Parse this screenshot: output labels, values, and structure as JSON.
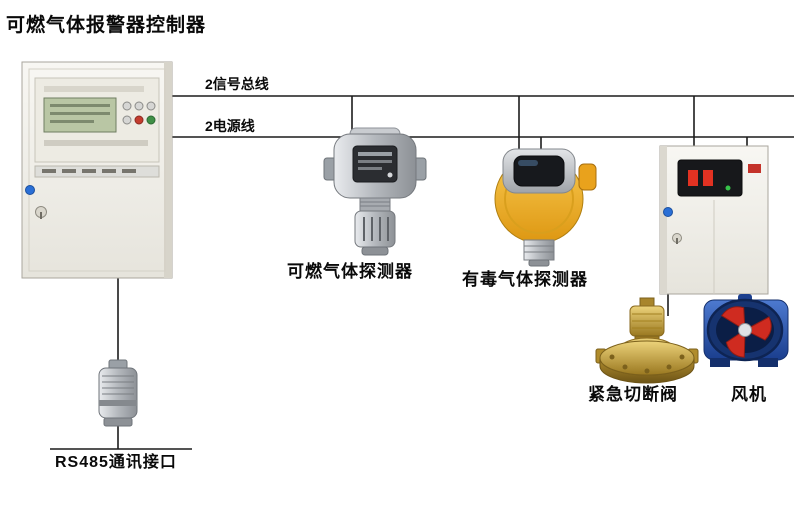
{
  "title": "可燃气体报警器控制器",
  "wiring": {
    "signal_bus_label": "2信号总线",
    "power_line_label": "2电源线"
  },
  "devices": {
    "combustible_detector": {
      "label": "可燃气体探测器"
    },
    "toxic_detector": {
      "label": "有毒气体探测器"
    },
    "shutoff_valve": {
      "label": "紧急切断阀"
    },
    "fan": {
      "label": "风机"
    },
    "rs485_module": {
      "label": "RS485通讯接口"
    }
  },
  "colors": {
    "wire": "#1c1c1c",
    "cabinet_body": "#f4f3ef",
    "lcd_green": "#b9c6a4",
    "detector_metal": "#aeb2b7",
    "detector_yellow": "#f2b23a",
    "valve_brass": "#c9a23f",
    "fan_blue": "#2c55a8",
    "display_red": "#e23222",
    "knob_blue": "#2a6fd6"
  }
}
